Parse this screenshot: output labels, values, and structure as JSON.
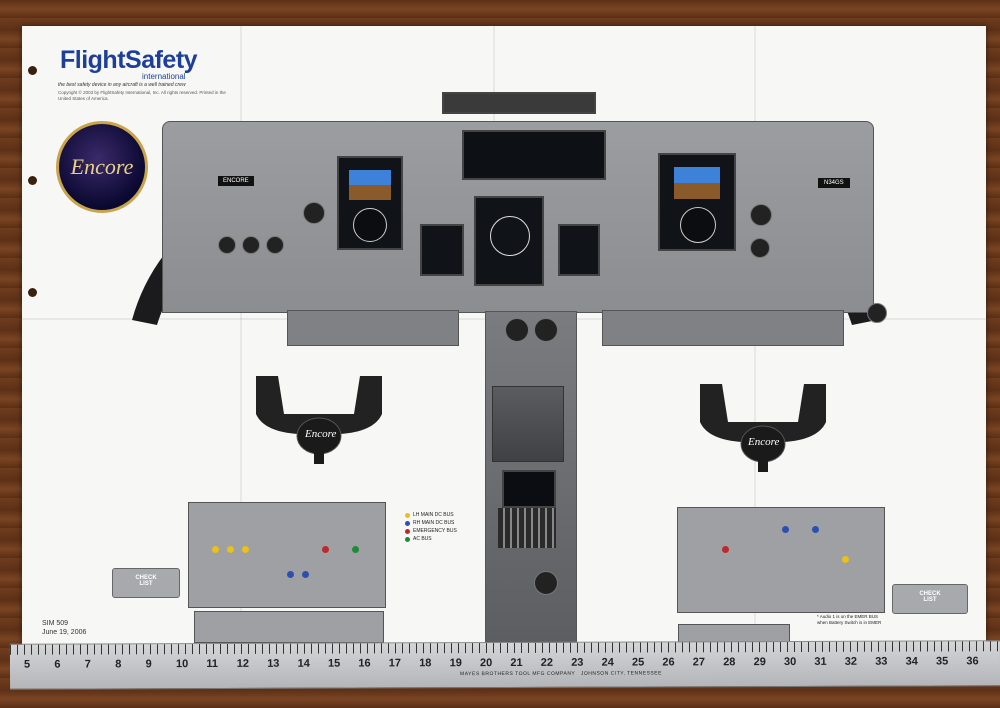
{
  "poster": {
    "brand_name": "FlightSafety",
    "brand_sub": "international",
    "tagline": "the best safety device in any aircraft is a well trained crew",
    "copyright": "Copyright © 2003 by FlightSafety International, Inc. All rights reserved. Printed in the United States of America.",
    "badge": "Encore",
    "tail_number": "N34GS",
    "encore_tag": "ENCORE",
    "yoke_left": "Encore",
    "yoke_right": "Encore",
    "checklist_left": "CHECK\nLIST",
    "checklist_right": "CHECK\nLIST",
    "sim_code": "SIM 509",
    "sim_date": "June 19, 2006",
    "audio_note": "* Audio 1 is on the EMER BUS\nwhen Battery Switch is in EMER",
    "legend": [
      {
        "label": "LH MAIN DC BUS",
        "color": "#e6c21a"
      },
      {
        "label": "RH MAIN DC BUS",
        "color": "#2d4fb0"
      },
      {
        "label": "EMERGENCY BUS",
        "color": "#c0282a"
      },
      {
        "label": "AC BUS",
        "color": "#1f8a3a"
      }
    ],
    "colors": {
      "sky": "#3d82d8",
      "ground": "#8a5a2a",
      "panel": "#909295",
      "glare": "#1b1b1d"
    }
  },
  "ruler": {
    "numbers": [
      "5",
      "6",
      "7",
      "8",
      "9",
      "10",
      "11",
      "12",
      "13",
      "14",
      "15",
      "16",
      "17",
      "18",
      "19",
      "20",
      "21",
      "22",
      "23",
      "24",
      "25",
      "26",
      "27",
      "28",
      "29",
      "30",
      "31",
      "32",
      "33",
      "34",
      "35",
      "36"
    ],
    "maker": "MAYES BROTHERS TOOL MFG COMPANY",
    "city": "JOHNSON CITY, TENNESSEE"
  }
}
